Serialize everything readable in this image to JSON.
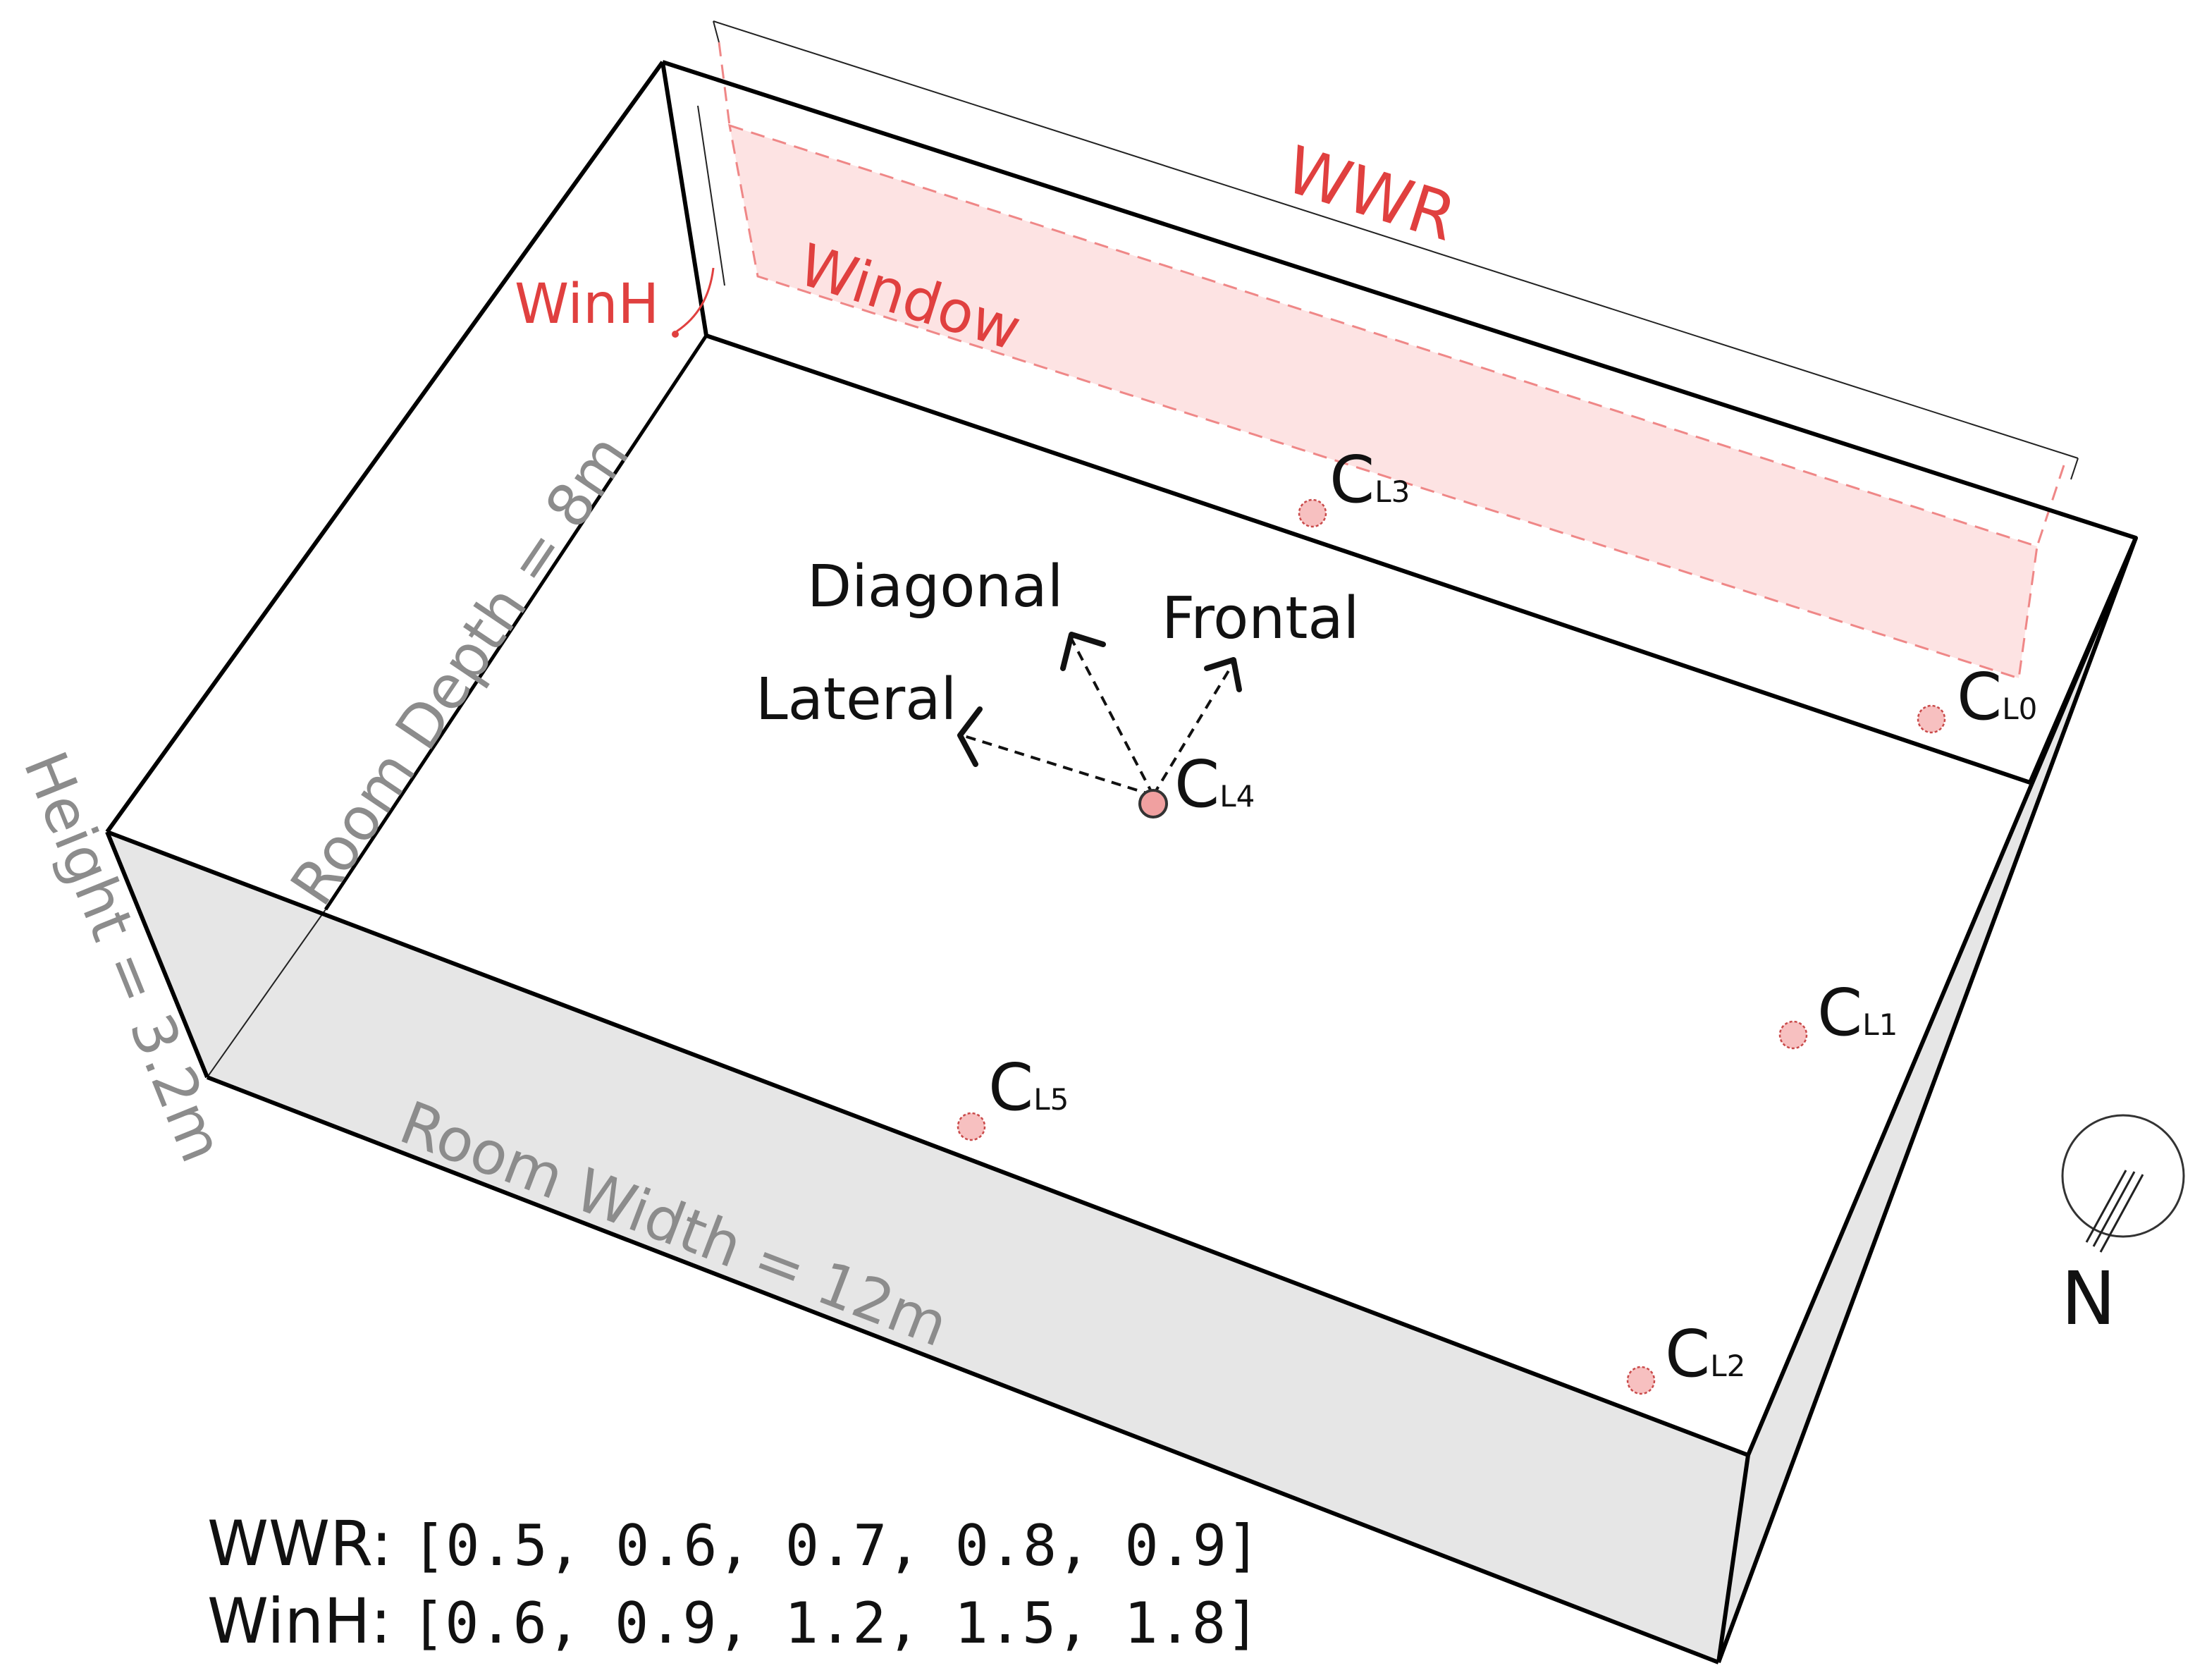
{
  "labels": {
    "wwr": "WWR",
    "window": "Window",
    "winh": "WinH",
    "room_depth": "Room Depth = 8m",
    "room_width": "Room Width = 12m",
    "height": "Height = 3.2m",
    "north": "N"
  },
  "directions": {
    "diagonal": "Diagonal",
    "frontal": "Frontal",
    "lateral": "Lateral"
  },
  "points": [
    {
      "id": "L0",
      "base": "C",
      "sub": "L0"
    },
    {
      "id": "L1",
      "base": "C",
      "sub": "L1"
    },
    {
      "id": "L2",
      "base": "C",
      "sub": "L2"
    },
    {
      "id": "L3",
      "base": "C",
      "sub": "L3"
    },
    {
      "id": "L4",
      "base": "C",
      "sub": "L4"
    },
    {
      "id": "L5",
      "base": "C",
      "sub": "L5"
    }
  ],
  "params": {
    "wwr_label": "WWR:",
    "wwr_values": "[0.5, 0.6, 0.7, 0.8, 0.9]",
    "winh_label": "WinH:",
    "winh_values": "[0.6, 0.9, 1.2, 1.5, 1.8]"
  },
  "colors": {
    "accent_red": "#e0403f",
    "window_fill": "#fde3e3",
    "wall_shade": "#e6e6e6",
    "dimension_gray": "#8c8c8c"
  }
}
